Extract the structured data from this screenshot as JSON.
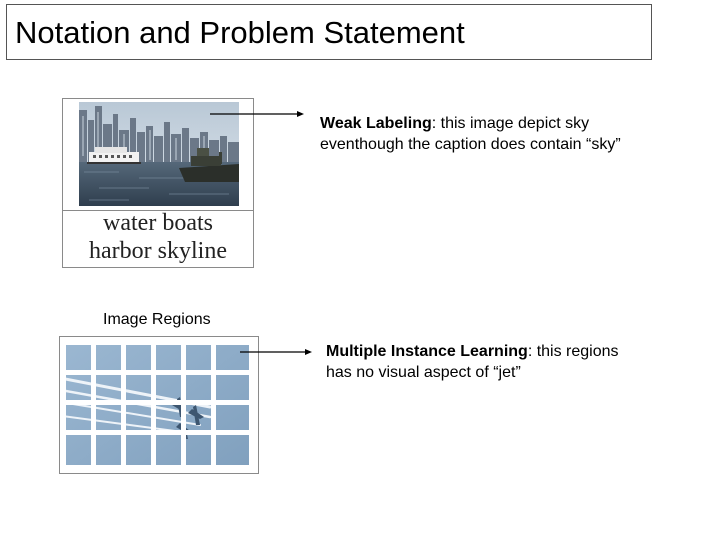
{
  "slide": {
    "title": "Notation and Problem Statement"
  },
  "figure_harbor": {
    "caption_line1": "water boats",
    "caption_line2": "harbor skyline"
  },
  "note_weak": {
    "term": "Weak Labeling",
    "rest_line1": ": this image depict sky",
    "line2": "eventhough the caption does contain “sky”"
  },
  "regions_label": "Image Regions",
  "note_mil": {
    "term": "Multiple Instance Learning",
    "rest_line1": ": this regions",
    "line2": "has no visual aspect of “jet”"
  },
  "colors": {
    "sky": "#8fb0cc",
    "water": "#3e5266",
    "grid_gap": "#ffffff"
  }
}
